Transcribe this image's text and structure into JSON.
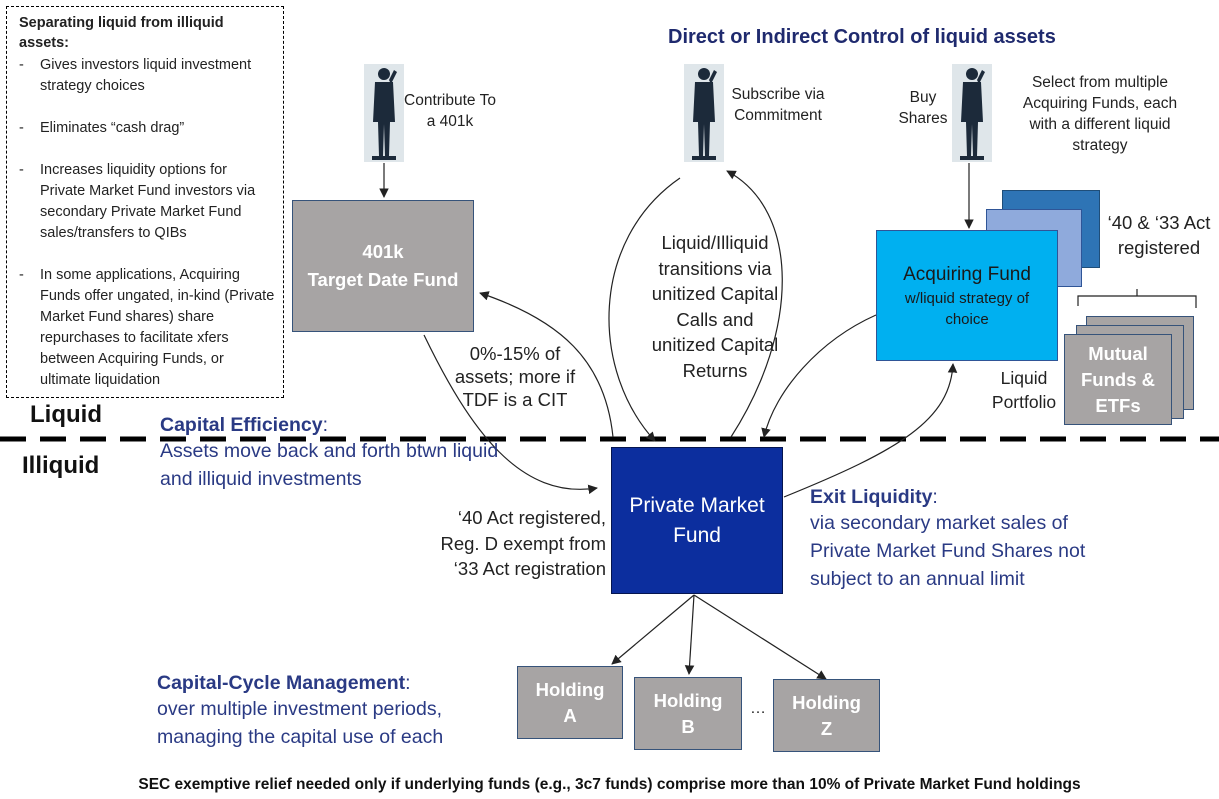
{
  "notes": {
    "title": "Separating liquid from illiquid assets:",
    "items": [
      "Gives investors liquid investment strategy choices",
      "Eliminates “cash drag”",
      "Increases liquidity options for Private Market Fund investors via secondary Private Market Fund sales/transfers to QIBs",
      "In some applications, Acquiring Funds offer ungated, in-kind (Private Market Fund shares) share repurchases to facilitate xfers between Acquiring Funds, or ultimate liquidation"
    ]
  },
  "bands": {
    "liquid": "Liquid",
    "illiquid": "Illiquid"
  },
  "direct_title": "Direct or Indirect Control of liquid assets",
  "investors": {
    "contribute": "Contribute To a 401k",
    "subscribe": "Subscribe via Commitment",
    "buy": "Buy Shares",
    "select": "Select from multiple Acquiring Funds, each with a different liquid strategy"
  },
  "tdf": {
    "line1": "401k",
    "line2": "Target Date Fund"
  },
  "tdf_note": "0%-15% of assets; more if TDF is a CIT",
  "transitions": "Liquid/Illiquid transitions via unitized Capital Calls and unitized Capital Returns",
  "acquiring": {
    "title": "Acquiring Fund",
    "sub": "w/liquid strategy of choice"
  },
  "act_registered": "‘40 & ‘33 Act registered",
  "liquid_portfolio": "Liquid Portfolio",
  "mutual": "Mutual Funds & ETFs",
  "capital_efficiency": {
    "heading": "Capital Efficiency",
    "text": "Assets move back and forth btwn liquid and illiquid investments"
  },
  "pmf": {
    "title": "Private Market Fund"
  },
  "pmf_reg": "‘40 Act registered, Reg. D exempt from ‘33 Act registration",
  "exit": {
    "heading": "Exit Liquidity",
    "text": "via secondary market sales of Private Market Fund Shares not subject to an annual limit"
  },
  "capital_cycle": {
    "heading": "Capital-Cycle Management",
    "text": "over multiple investment periods, managing the capital use of each"
  },
  "holdings": [
    {
      "name": "Holding A"
    },
    {
      "name": "Holding B"
    },
    {
      "name": "Holding Z"
    }
  ],
  "ellipsis": "…",
  "footer": "SEC exemptive relief needed only if underlying funds (e.g., 3c7 funds) comprise more than 10% of Private Market Fund holdings",
  "colors": {
    "navy_text": "#1f2a6e",
    "pmf_blue": "#0c2e9e",
    "acquiring_blue": "#00b0f0",
    "gray_box": "#a7a4a4"
  }
}
